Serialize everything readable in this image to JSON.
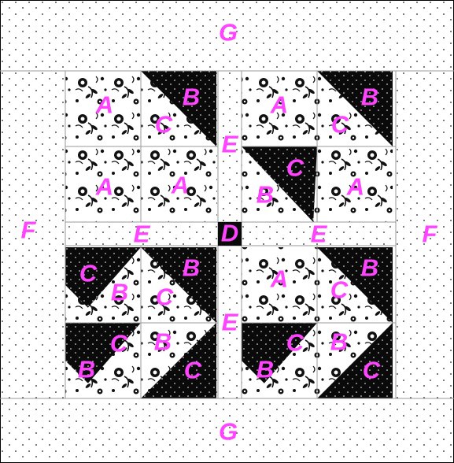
{
  "labels": {
    "a": "A",
    "b": "B",
    "c": "C",
    "d": "D",
    "e": "E",
    "f": "F",
    "g": "G"
  },
  "colors": {
    "label": "#ff44ff",
    "dark_fabric": "#0a0a0a",
    "light_fabric": "#ffffff",
    "seam_line": "#9a9a9a",
    "background_dots": "#222222"
  }
}
